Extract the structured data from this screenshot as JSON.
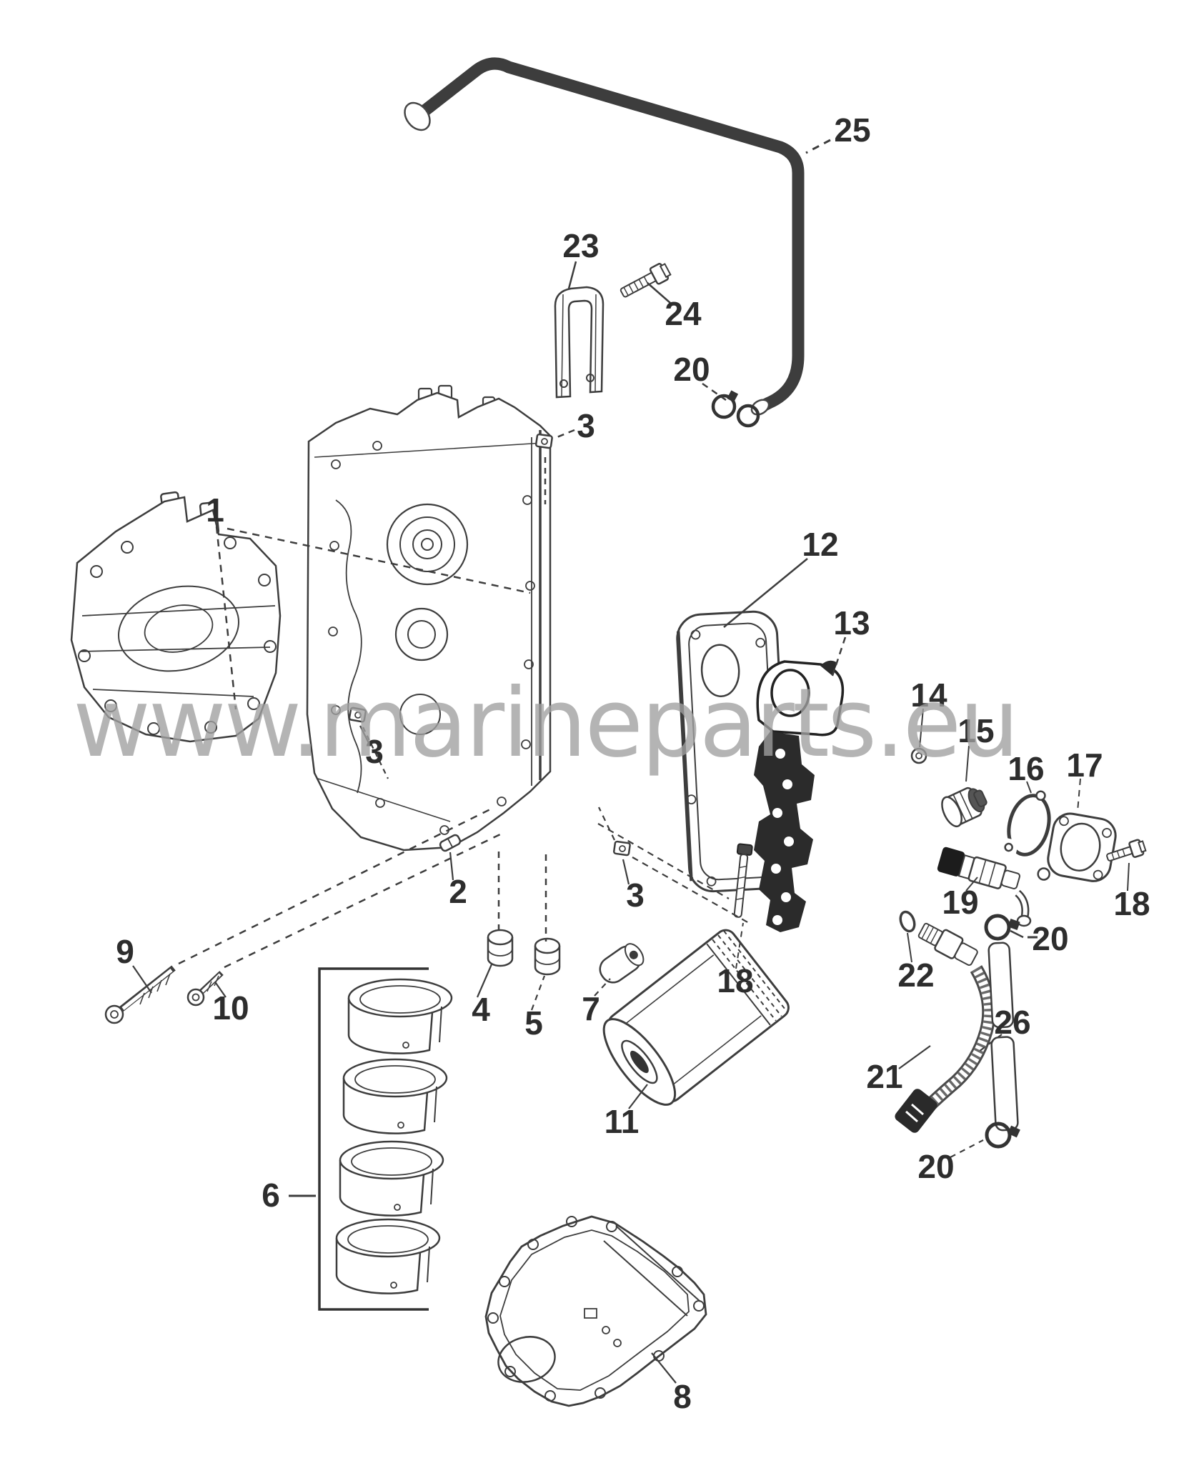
{
  "watermark": {
    "text": "www.marineparts.eu",
    "color": "#a0a0a0"
  },
  "colors": {
    "line": "#3d3d3d",
    "dark_fill": "#262626",
    "background": "#ffffff",
    "label": "#2d2d2d"
  },
  "callouts": [
    {
      "label": "25"
    },
    {
      "label": "23"
    },
    {
      "label": "24"
    },
    {
      "label": "3"
    },
    {
      "label": "20"
    },
    {
      "label": "1"
    },
    {
      "label": "12"
    },
    {
      "label": "13"
    },
    {
      "label": "14"
    },
    {
      "label": "15"
    },
    {
      "label": "16"
    },
    {
      "label": "17"
    },
    {
      "label": "3"
    },
    {
      "label": "2"
    },
    {
      "label": "3"
    },
    {
      "label": "18"
    },
    {
      "label": "19"
    },
    {
      "label": "20"
    },
    {
      "label": "22"
    },
    {
      "label": "9"
    },
    {
      "label": "10"
    },
    {
      "label": "4"
    },
    {
      "label": "5"
    },
    {
      "label": "7"
    },
    {
      "label": "18"
    },
    {
      "label": "21"
    },
    {
      "label": "26"
    },
    {
      "label": "11"
    },
    {
      "label": "6"
    },
    {
      "label": "20"
    },
    {
      "label": "8"
    }
  ]
}
